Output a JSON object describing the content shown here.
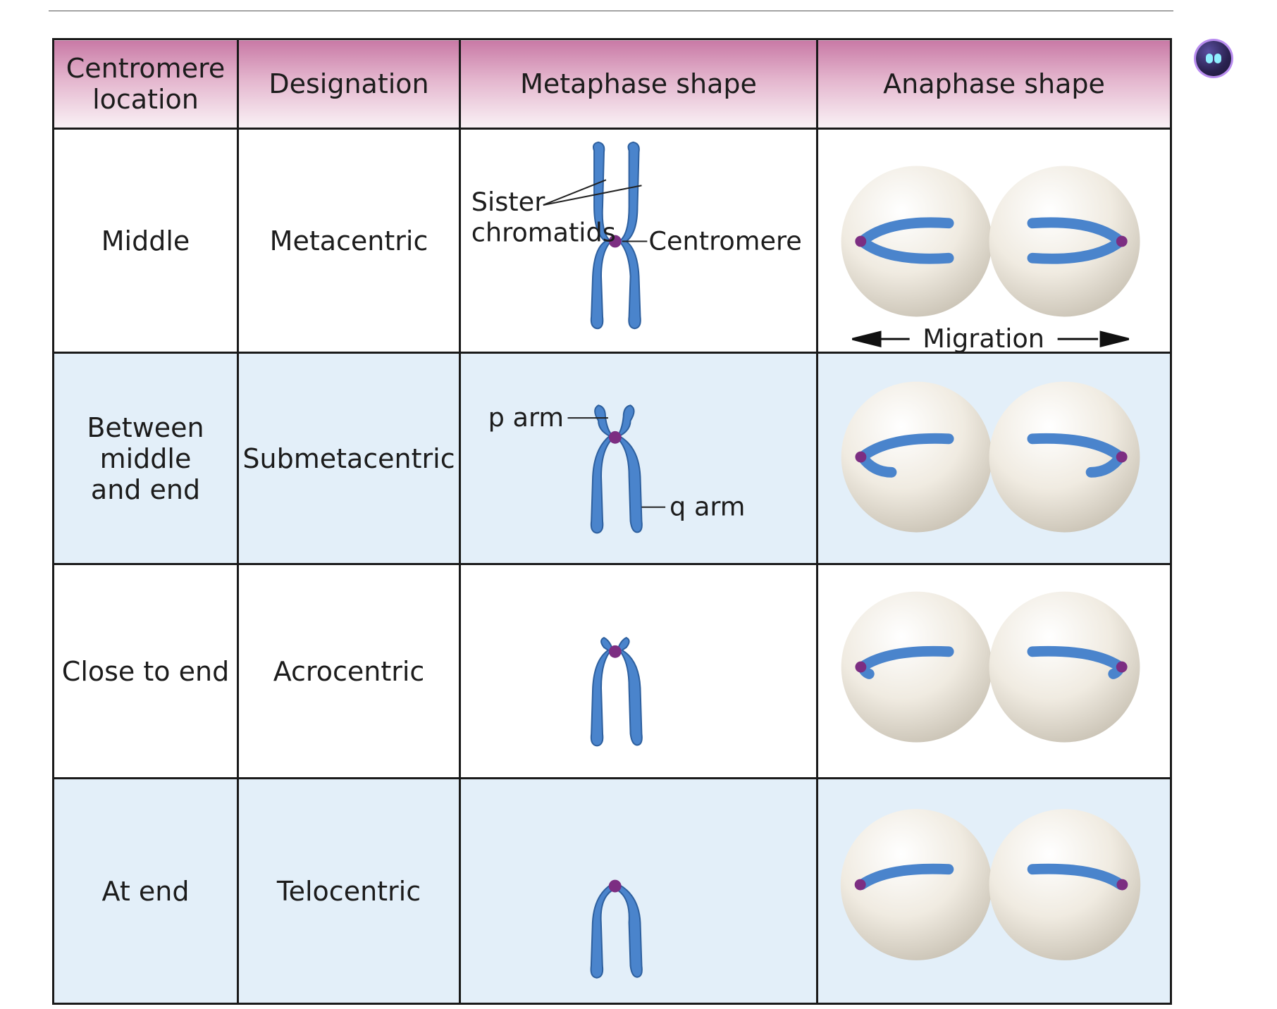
{
  "headers": {
    "location": "Centromere\nlocation",
    "designation": "Designation",
    "metaphase": "Metaphase shape",
    "anaphase": "Anaphase shape"
  },
  "rows": [
    {
      "location": "Middle",
      "designation": "Metacentric"
    },
    {
      "location": "Between\nmiddle\nand end",
      "designation": "Submetacentric"
    },
    {
      "location": "Close to end",
      "designation": "Acrocentric"
    },
    {
      "location": "At end",
      "designation": "Telocentric"
    }
  ],
  "labels": {
    "sister": "Sister",
    "chromatids": "chromatids",
    "centromere": "Centromere",
    "migration": "Migration",
    "p_arm": "p arm",
    "q_arm": "q arm"
  },
  "colors": {
    "chromatid": "#4a84cc",
    "centromere": "#7c2e82",
    "header_pink": "#c97aa6",
    "row_blue": "#e3eff9"
  },
  "icons": {
    "assistant": "robot-face-icon"
  }
}
